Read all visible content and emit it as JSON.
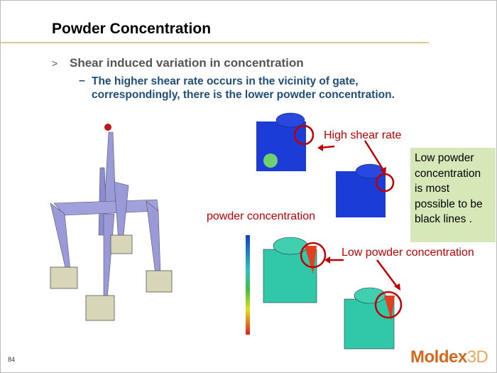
{
  "title": "Powder Concentration",
  "bullets": {
    "level1_marker": ">",
    "level1": "Shear induced variation in concentration",
    "level2_marker": "–",
    "level2": "The  higher shear rate occurs in the vicinity of gate, correspondingly, there is the lower powder concentration."
  },
  "labels": {
    "high_shear": "High shear rate",
    "powder_conc": "powder concentration",
    "low_powder": "Low powder concentration"
  },
  "note": "Low powder concentration is most possible to be black lines .",
  "page_number": "84",
  "logo": {
    "main": "Moldex",
    "suffix": "3D"
  },
  "colors": {
    "accent_red": "#c00000",
    "title_rule": "#dcc990",
    "note_bg": "#d6e8b8",
    "body_blue": "#1f4e79"
  }
}
